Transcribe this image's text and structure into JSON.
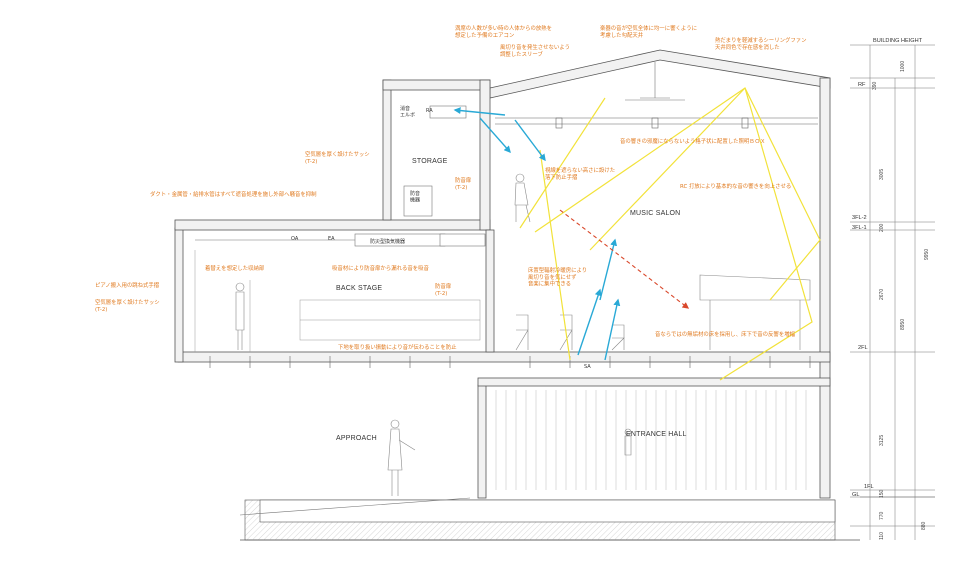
{
  "colors": {
    "note": "#e07a20",
    "line": "#555555",
    "wall_fill": "#f2f2f2",
    "sound_path": "#f2e23a",
    "airflow": "#29a9d6",
    "sound_arrow": "#d9482b"
  },
  "rooms": {
    "music_salon": "MUSIC  SALON",
    "storage": "STORAGE",
    "back_stage": "BACK STAGE",
    "approach": "APPROACH",
    "entrance_hall": "ENTRANCE HALL"
  },
  "tags": {
    "ra_top": "RA",
    "oa": "OA",
    "ea": "EA",
    "sa": "SA",
    "elbow": "消音\nエルボ",
    "storage_box": "防音\n機器",
    "heat_exchanger": "防災型換気機器"
  },
  "annotations": [
    "満席の人数が多い時の人体からの放熱を\n想定した予備のエアコン",
    "風切り音を発生させないよう\n調整したスリーブ",
    "楽器の音が空気全体に均一に響くように\n考慮した勾配天井",
    "熱だまりを軽減するシーリングファン\n天井同色で存在感を消した",
    "音の響きの邪魔にならないよう格子状に配置した照明ＢＯＸ",
    "空気層を厚く設けたサッシ\n(T-2)",
    "防音扉\n(T-2)",
    "ダクト・金属管・給排水管はすべて遮音処理を施し外部へ騒音を抑制",
    "視線を遮らない高さに設けた\n落下防止手摺",
    "RC 打放により基本的な音の響きを向上させる",
    "着替えを想定した収納部",
    "吸音材により防音扉から漏れる音を吸音",
    "ピアノ搬入用の跳ね式手摺",
    "空気層を厚く設けたサッシ\n(T-2)",
    "防音扉\n(T-2)",
    "床置型輻射冷暖房により\n風切り音を気にせず\n音楽に集中できる",
    "音ならではの無垢材の床を採用し、床下で音の反響を増幅",
    "下地を取り扱い振動により音が伝わることを防止"
  ],
  "levels": {
    "building_height": "BUILDING HEIGHT",
    "rf": "RF",
    "fl3_2": "3FL-2",
    "fl3_1": "3FL-1",
    "fl2": "2FL",
    "fl1": "1FL",
    "gl": "GL"
  },
  "dimensions": {
    "d1000": "1000",
    "d390": "390",
    "d3005": "3005",
    "d200": "200",
    "d2670": "2670",
    "d9950": "9950",
    "d8950": "8950",
    "d3125": "3125",
    "d150": "150",
    "d770": "770",
    "d880": "880",
    "d110": "110"
  }
}
